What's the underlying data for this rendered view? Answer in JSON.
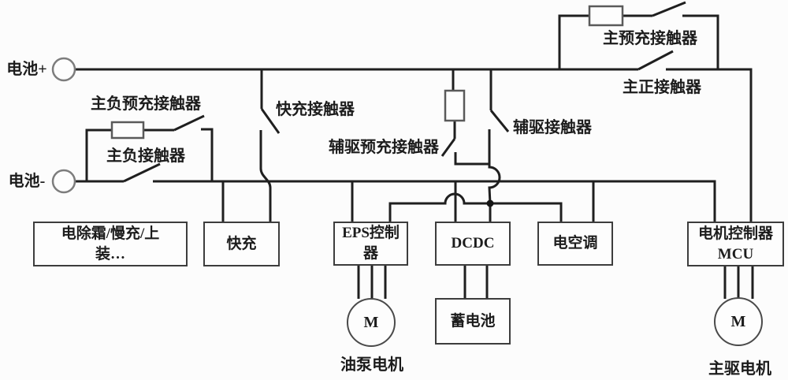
{
  "diagram": {
    "colors": {
      "background": "#fcfcfc",
      "wire": "#1f1f1f",
      "component_stroke": "#3d3d3d",
      "terminal_stroke": "#7d7d7d"
    },
    "terminals": {
      "battery_plus": "电池+",
      "battery_minus": "电池-"
    },
    "contactor_labels": {
      "main_negative_precharge": "主负预充接触器",
      "main_negative": "主负接触器",
      "fast_charge": "快充接触器",
      "aux_drive_precharge": "辅驱预充接触器",
      "aux_drive": "辅驱接触器",
      "main_precharge": "主预充接触器",
      "main_positive": "主正接触器"
    },
    "boxes": {
      "defrost": {
        "line1": "电除霜/慢充/上",
        "line2": "装…"
      },
      "fast_charge": {
        "label": "快充"
      },
      "eps": {
        "line1": "EPS控制",
        "line2": "器"
      },
      "dcdc": {
        "label": "DCDC"
      },
      "ac": {
        "label": "电空调"
      },
      "mcu": {
        "line1": "电机控制器",
        "line2": "MCU"
      },
      "aux_battery": {
        "label": "蓄电池"
      }
    },
    "motors": {
      "symbol": "M",
      "oil_pump": "油泵电机",
      "main_drive": "主驱电机"
    }
  }
}
